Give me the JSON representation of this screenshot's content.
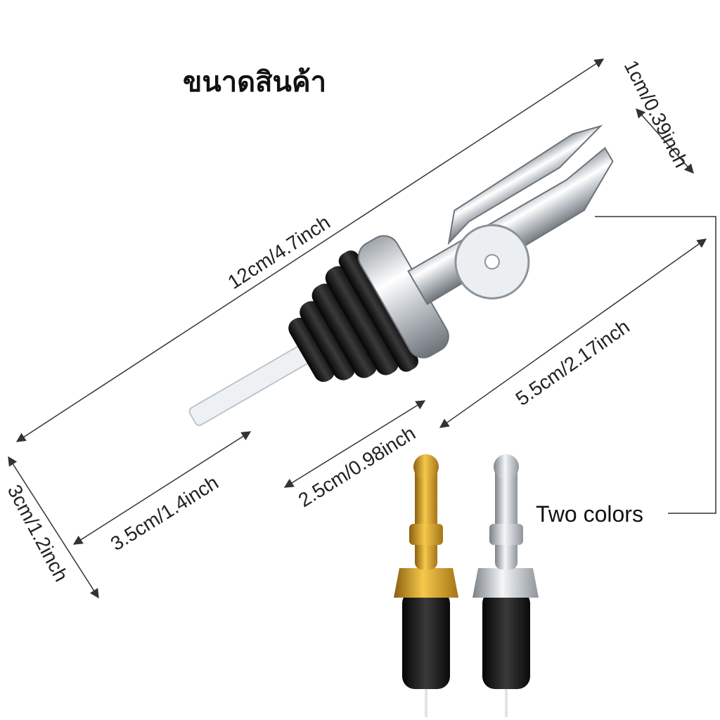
{
  "title": "ขนาดสินค้า",
  "dimensions": {
    "total_length": "12cm/4.7inch",
    "spout_width": "1cm/0.39inch",
    "metal_length": "5.5cm/2.17inch",
    "cork_length": "2.5cm/0.98inch",
    "tube_length": "3.5cm/1.4inch",
    "cork_diameter": "3cm/1.2inch"
  },
  "callout": "Two colors",
  "variants": [
    {
      "name": "gold",
      "metal_color": "#d4a22a"
    },
    {
      "name": "silver",
      "metal_color": "#c8ccd0"
    }
  ],
  "colors": {
    "rubber": "#151515",
    "chrome": "#d9dde2",
    "line": "#333333"
  }
}
